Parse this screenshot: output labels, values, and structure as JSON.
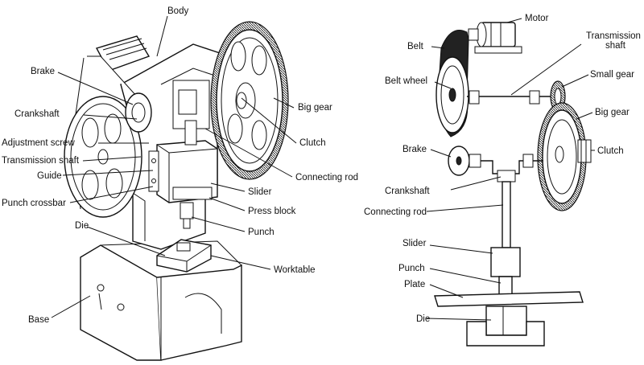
{
  "left_labels": {
    "body": "Body",
    "brake": "Brake",
    "crankshaft": "Crankshaft",
    "adjustment_screw": "Adjustment screw",
    "transmission_shaft": "Transmission shaft",
    "guide": "Guide",
    "punch_crossbar": "Punch crossbar",
    "die": "Die",
    "base": "Base",
    "big_gear": "Big gear",
    "clutch": "Clutch",
    "connecting_rod": "Connecting rod",
    "slider": "Slider",
    "press_block": "Press block",
    "punch": "Punch",
    "worktable": "Worktable"
  },
  "right_labels": {
    "motor": "Motor",
    "belt": "Belt",
    "transmission_shaft_line1": "Transmission",
    "transmission_shaft_line2": "shaft",
    "belt_wheel": "Belt wheel",
    "small_gear": "Small gear",
    "big_gear": "Big gear",
    "brake": "Brake",
    "clutch": "Clutch",
    "crankshaft": "Crankshaft",
    "connecting_rod": "Connecting rod",
    "slider": "Slider",
    "punch": "Punch",
    "plate": "Plate",
    "die": "Die"
  }
}
